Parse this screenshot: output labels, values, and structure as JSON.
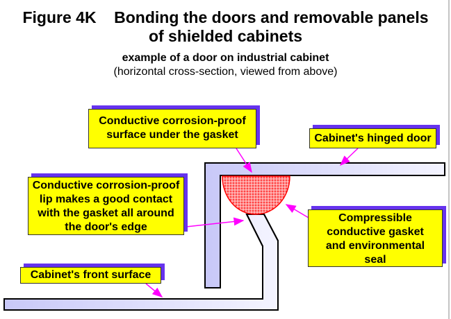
{
  "title": {
    "line1": "Figure 4K    Bonding the doors and removable panels",
    "line2": "of shielded cabinets",
    "subtitle": "example of a door on industrial cabinet",
    "note": "(horizontal cross-section, viewed from above)"
  },
  "labels": {
    "surface_under_gasket": [
      "Conductive corrosion-proof",
      "surface under the gasket"
    ],
    "hinged_door": "Cabinet's hinged door",
    "lip": [
      "Conductive corrosion-proof",
      "lip makes a good contact",
      "with the gasket all around",
      "the door's edge"
    ],
    "gasket": [
      "Compressible",
      "conductive gasket",
      "and environmental",
      "seal"
    ],
    "front_surface": "Cabinet's front surface"
  },
  "colors": {
    "label_bg": "#ffff00",
    "shadow": "#6633ee",
    "arrow": "#ff00ff",
    "metal": "#ccccff",
    "gasket": "#ff3333"
  }
}
